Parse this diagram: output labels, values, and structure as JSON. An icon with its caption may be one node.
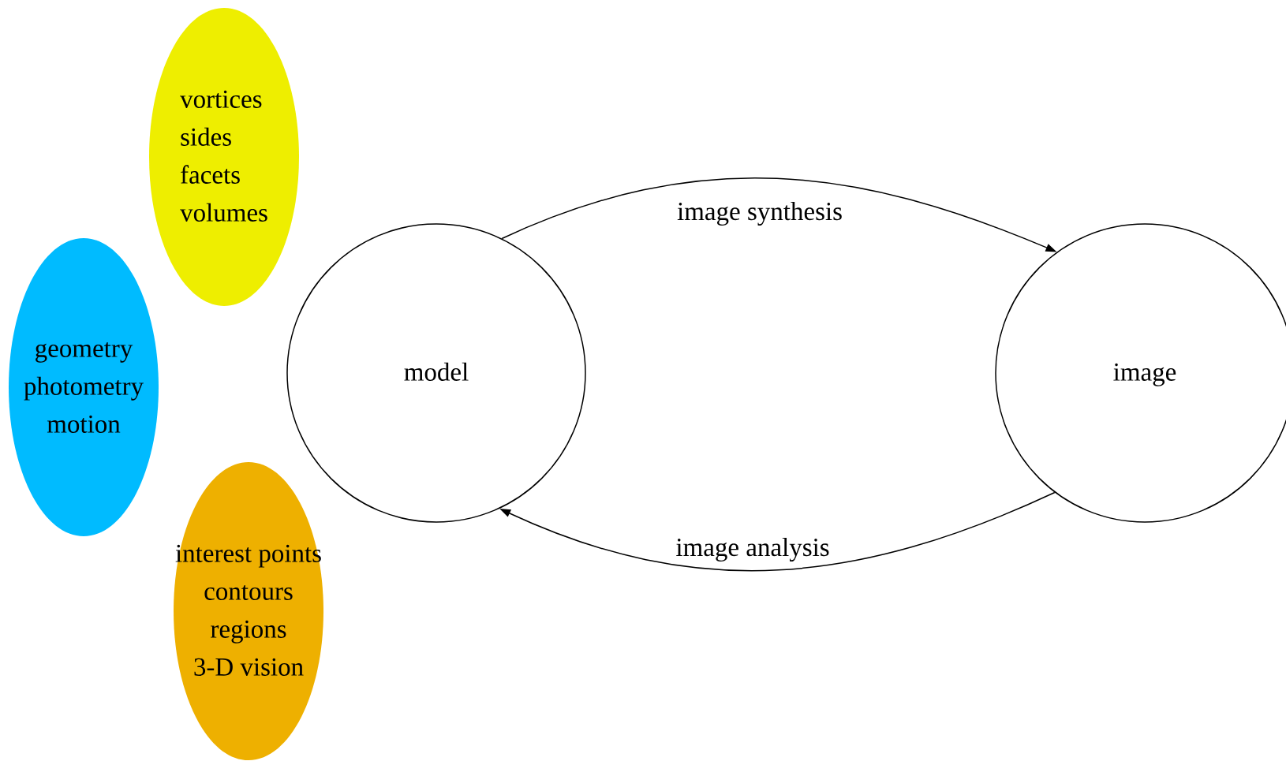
{
  "diagram": {
    "nodes": [
      {
        "text": [
          "vortices",
          "sides",
          "facets",
          "volumes"
        ]
      },
      {
        "text": [
          "geometry",
          "photometry",
          "motion"
        ]
      },
      {
        "text": [
          "interest points",
          "contours",
          "regions",
          "3-D vision"
        ]
      },
      {
        "text": [
          "model"
        ]
      },
      {
        "text": [
          "image"
        ]
      }
    ],
    "edges": [
      {
        "from": 3,
        "to": 4,
        "arrow": "to",
        "label": "image synthesis"
      },
      {
        "from": 4,
        "to": 3,
        "arrow": "to",
        "label": "image analysis"
      }
    ]
  }
}
